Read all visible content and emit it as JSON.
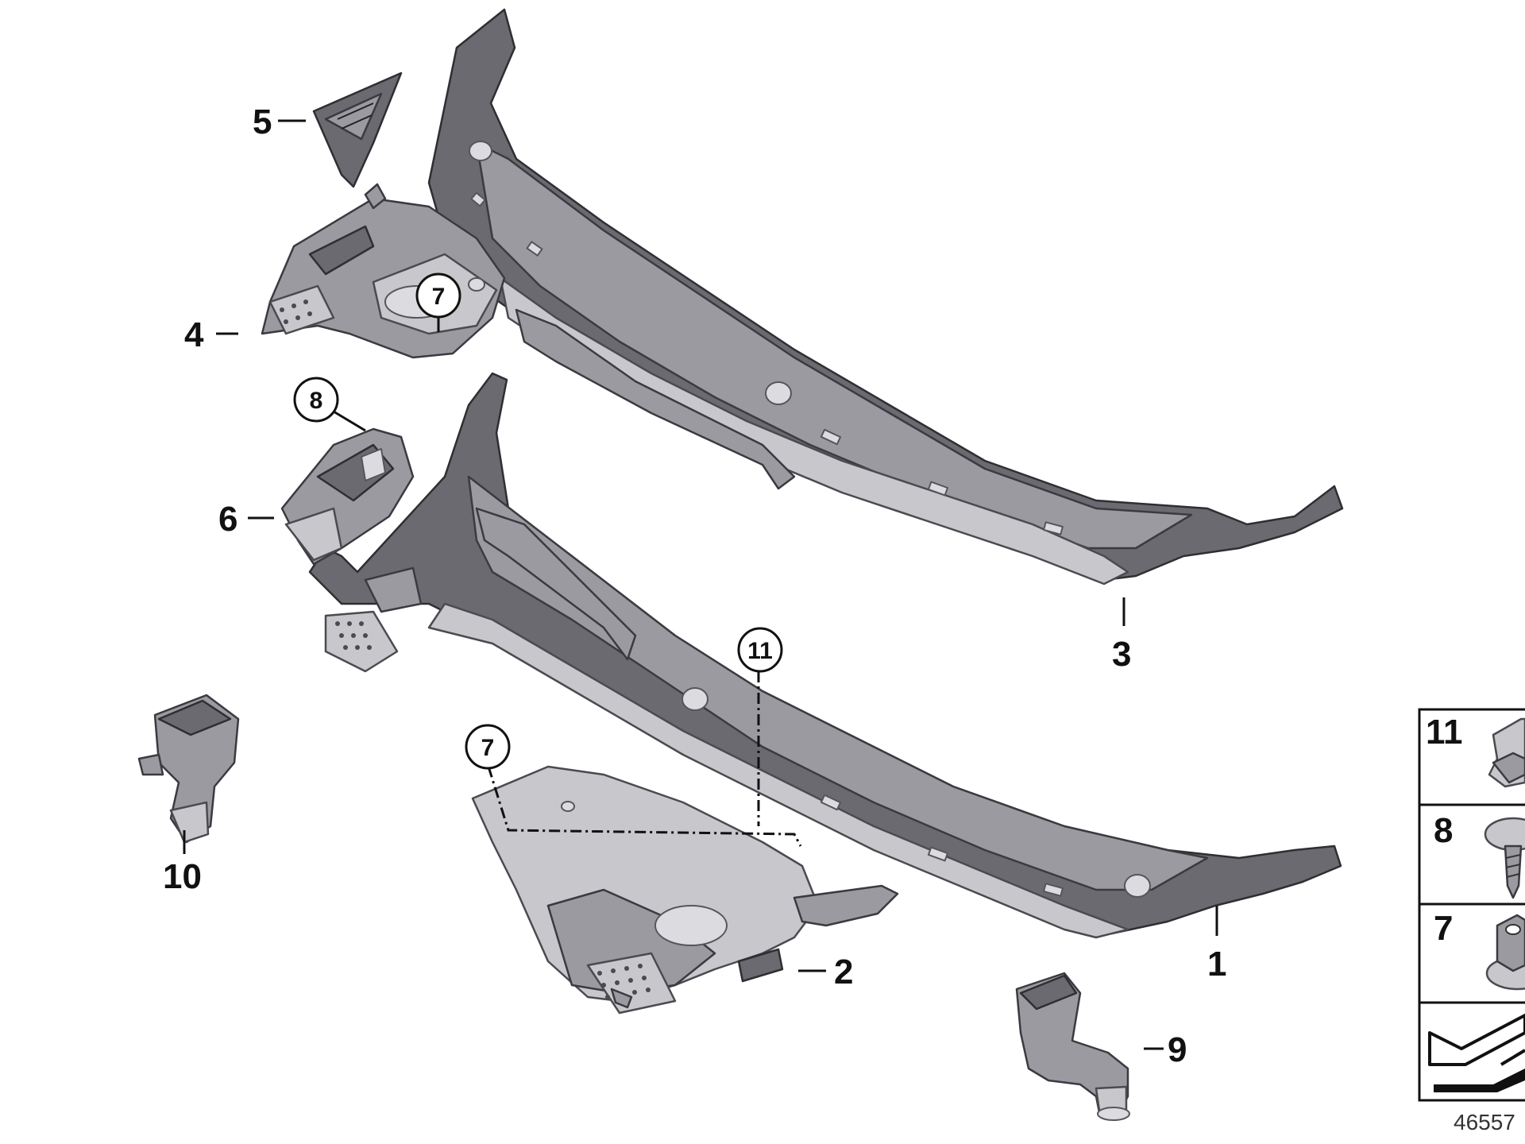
{
  "callouts": {
    "c1": "1",
    "c2": "2",
    "c3": "3",
    "c4": "4",
    "c5": "5",
    "c6": "6",
    "c9": "9",
    "c10": "10",
    "circ7a": "7",
    "circ7b": "7",
    "circ8": "8",
    "circ11": "11"
  },
  "legend": {
    "items": [
      {
        "label": "11",
        "icon": "clip-nut-icon"
      },
      {
        "label": "8",
        "icon": "expanding-rivet-icon"
      },
      {
        "label": "7",
        "icon": "collar-nut-icon"
      },
      {
        "label": "",
        "icon": "car-reference-icon"
      }
    ]
  },
  "doc_number": "46557",
  "colors": {
    "part_dark": "#6a6a70",
    "part_mid": "#9a9aa0",
    "part_light": "#c8c8cc",
    "ink": "#111111"
  }
}
